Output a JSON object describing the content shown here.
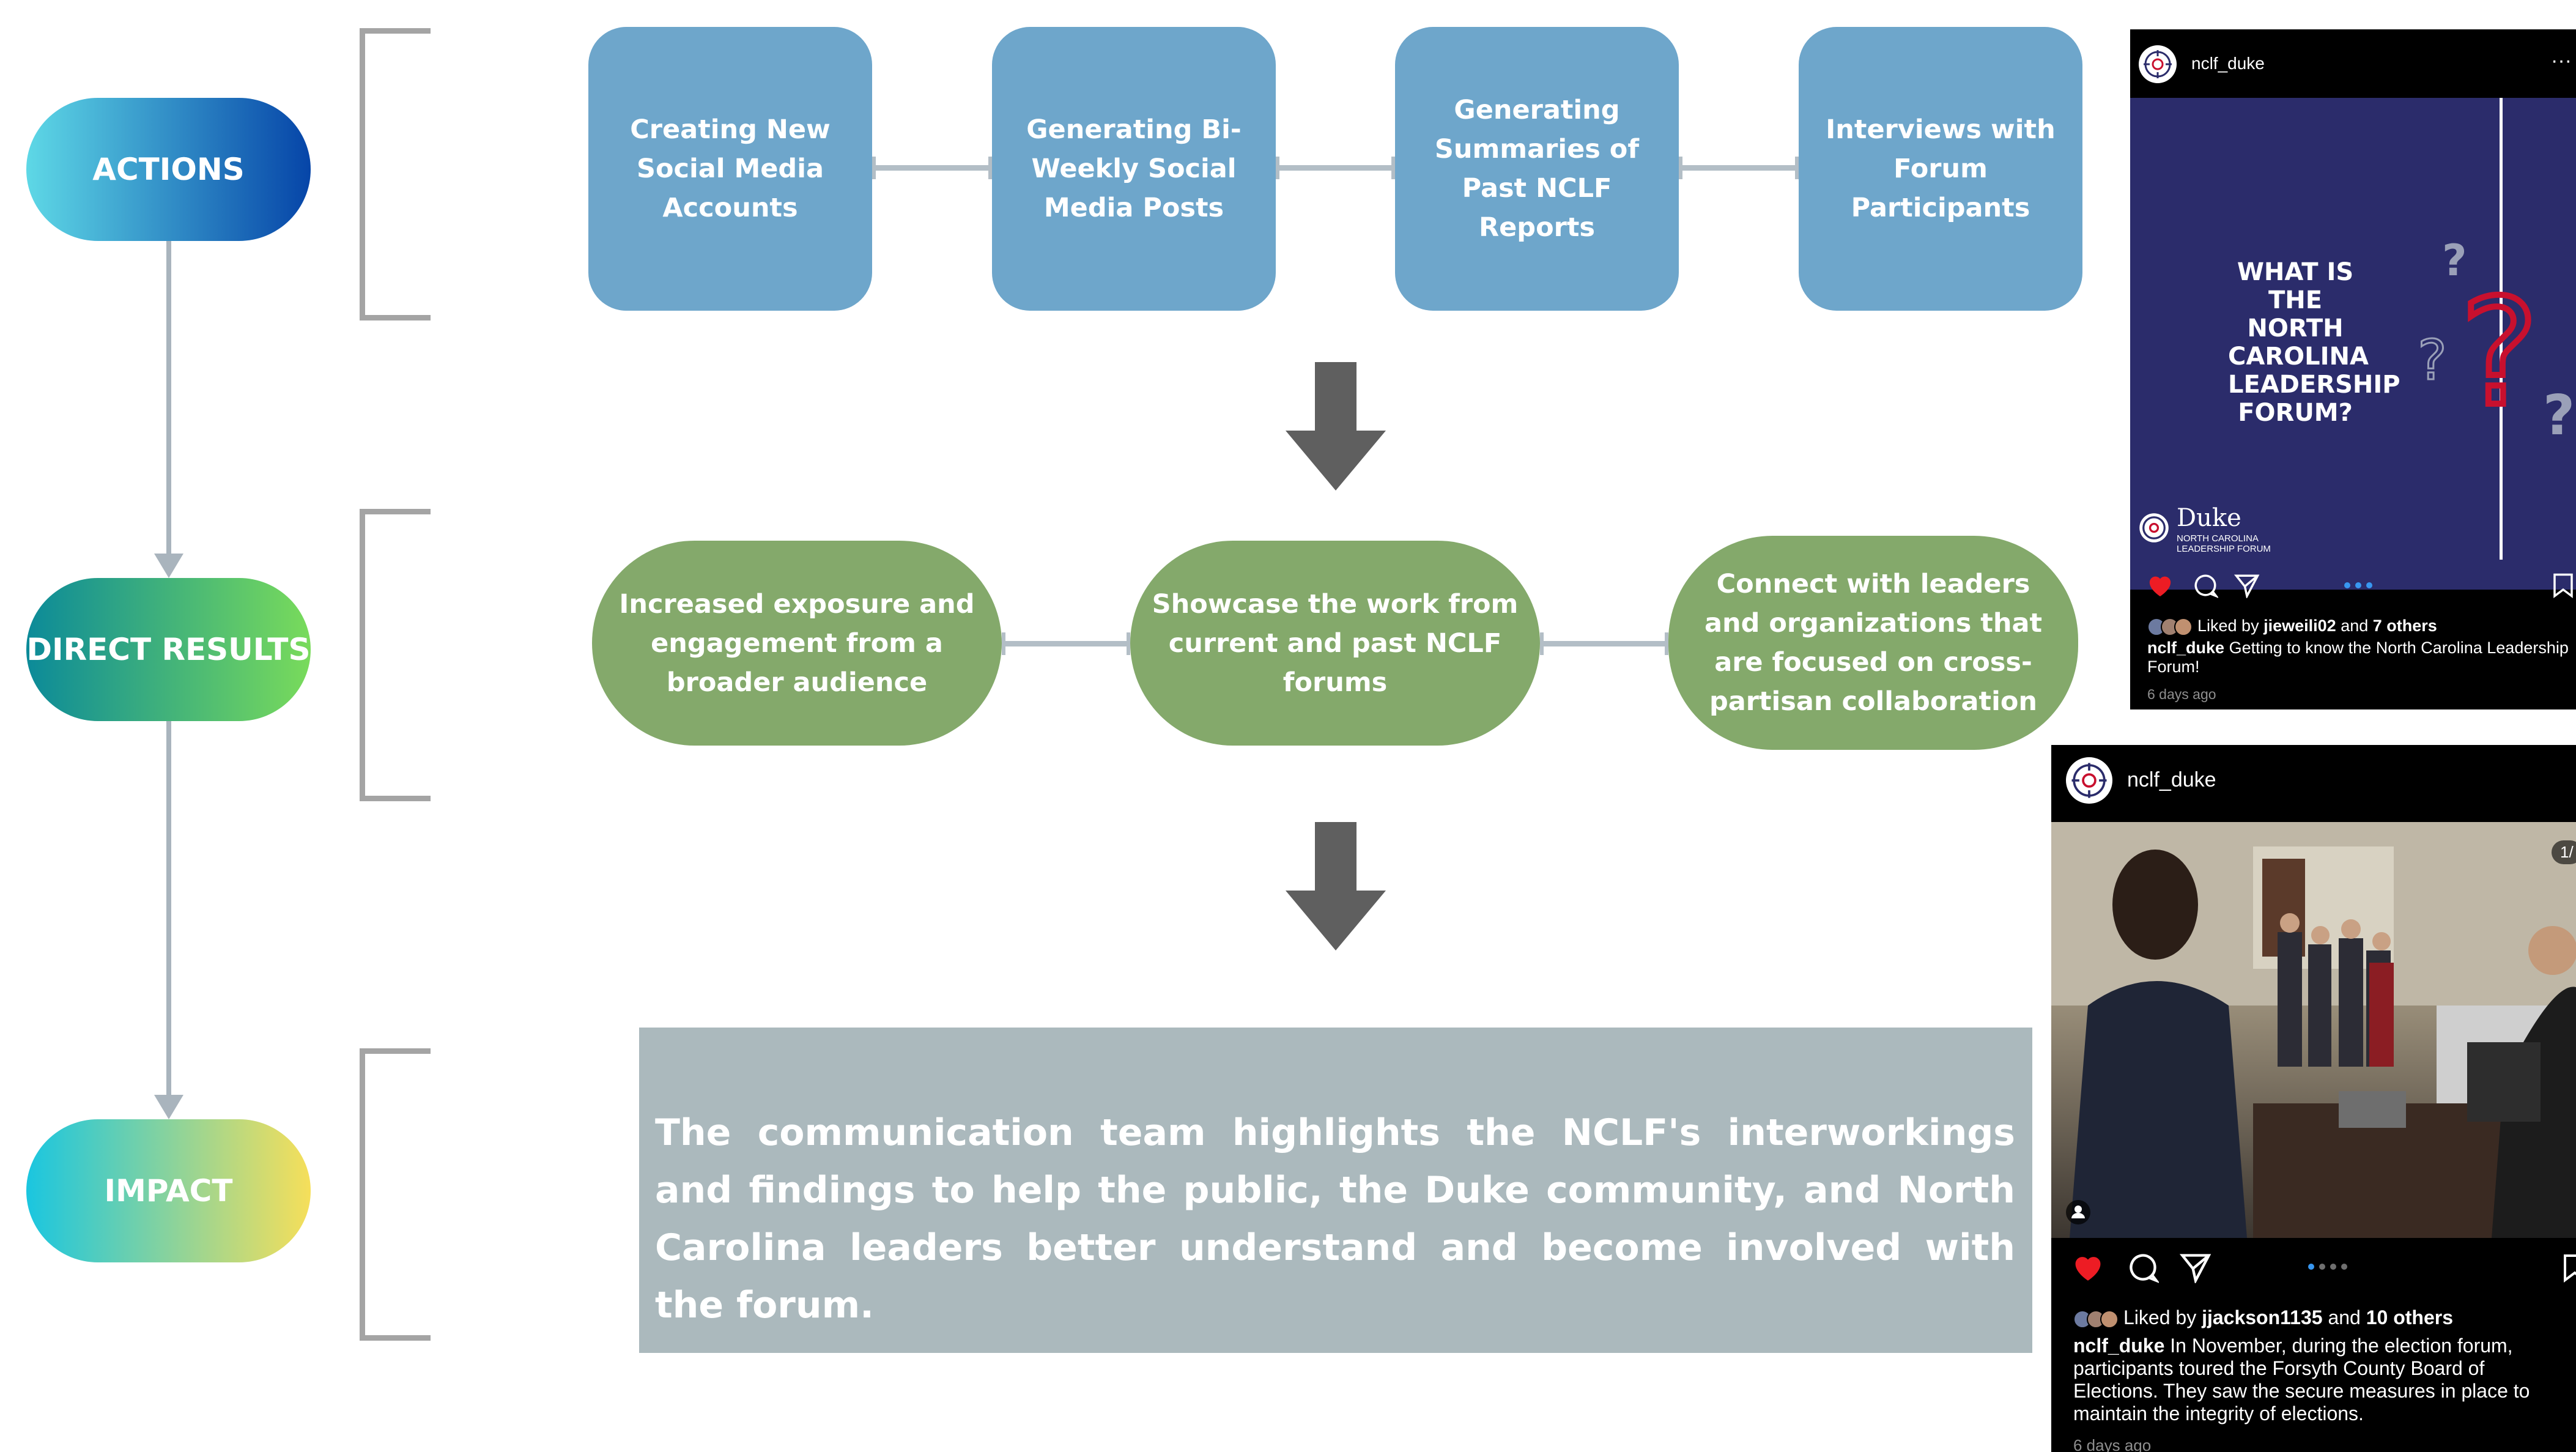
{
  "left_column": {
    "actions_label": "ACTIONS",
    "direct_results_label": "DIRECT RESULTS",
    "impact_label": "IMPACT"
  },
  "actions": [
    "Creating New Social Media Accounts",
    "Generating Bi-Weekly Social Media Posts",
    "Generating Summaries of Past NCLF Reports",
    "Interviews with Forum Participants"
  ],
  "direct_results": [
    "Increased exposure and engagement from a broader audience",
    "Showcase the work from current and past NCLF forums",
    "Connect with leaders and organizations that are focused on cross-partisan collaboration"
  ],
  "impact_text": "The communication team highlights the NCLF's interworkings and findings to help the public, the Duke community, and North Carolina leaders better understand and become involved with the forum.",
  "colors": {
    "actions_gradient": [
      "#5ed8e6",
      "#0645a8"
    ],
    "direct_gradient": [
      "#0b8a99",
      "#79db5b"
    ],
    "impact_gradient": [
      "#1ac6e0",
      "#f6df5a"
    ],
    "action_box": "#6ea6cb",
    "result_box": "#84a96b",
    "impact_box": "#abb9bd",
    "post_image_bg": "#2b2c6b"
  },
  "post1": {
    "username": "nclf_duke",
    "more": "···",
    "image_text": "WHAT IS THE NORTH CAROLINA LEADERSHIP FORUM?",
    "logo_name": "Duke",
    "logo_sub": "NORTH CAROLINA LEADERSHIP FORUM",
    "liked_prefix": "Liked by",
    "liked_user": "jieweili02",
    "liked_and": "and",
    "liked_others": "7 others",
    "caption_user": "nclf_duke",
    "caption": "Getting to know the North Carolina Leadership Forum!",
    "time": "6 days ago",
    "active_dot": 0,
    "dot_count": 3
  },
  "post2": {
    "username": "nclf_duke",
    "counter": "1/",
    "liked_prefix": "Liked by",
    "liked_user": "jjackson1135",
    "liked_and": "and",
    "liked_others": "10 others",
    "caption_user": "nclf_duke",
    "caption": "In November, during the election forum, participants toured the Forsyth County Board of Elections. They saw the secure measures in place to maintain the integrity of elections.",
    "time": "6 days ago",
    "active_dot": 0,
    "dot_count": 4
  }
}
